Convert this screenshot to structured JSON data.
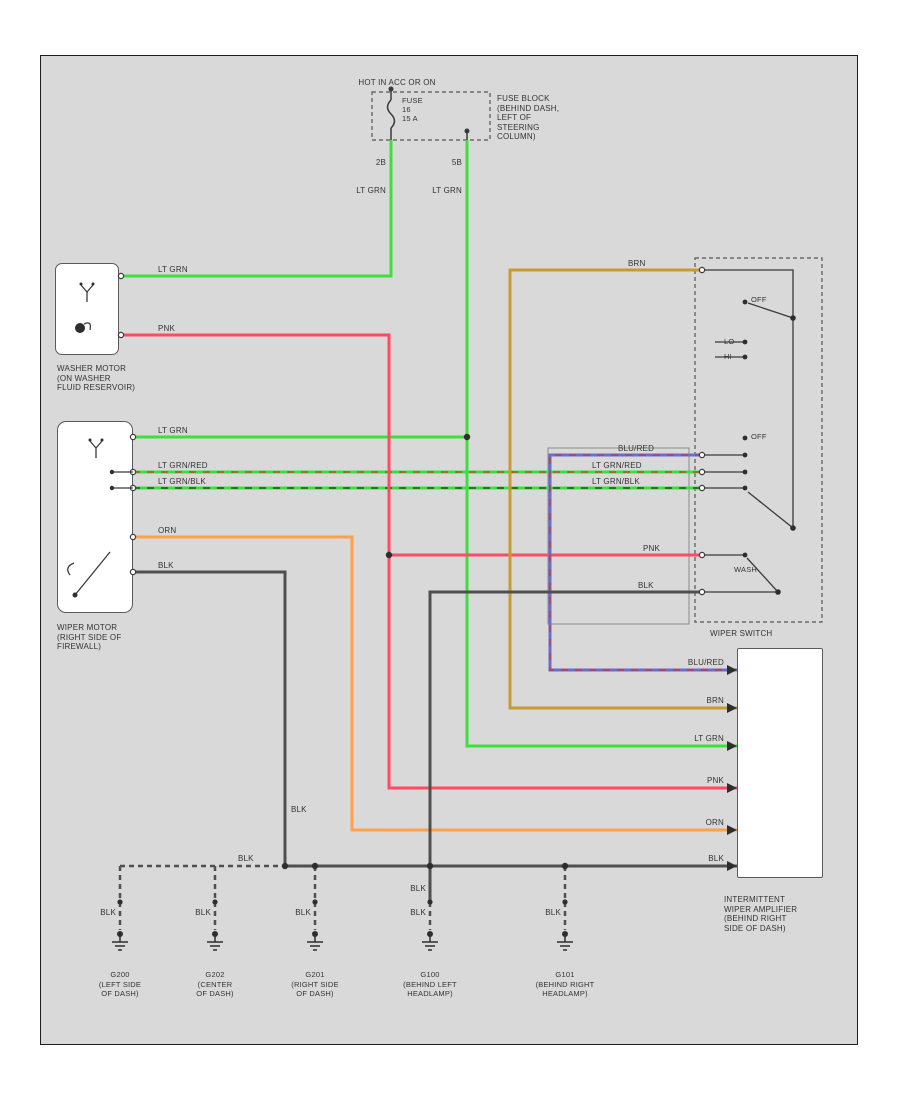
{
  "colors": {
    "panel_bg": "#d9d9d9",
    "lt_grn": "#3ede3e",
    "pnk": "#ff4a64",
    "orn": "#ffa14a",
    "brn": "#c89a33",
    "blu": "#6c6ccd",
    "blk_wire": "#4f4f4f",
    "stripe_red": "#cc3333",
    "stripe_blk": "#2a2a2a",
    "ink": "#2e2e2e"
  },
  "power": {
    "hot_label": "HOT IN ACC OR ON",
    "fuse_line1": "FUSE",
    "fuse_line2": "16",
    "fuse_line3": "15 A",
    "block_line1": "FUSE BLOCK",
    "block_line2": "(BEHIND DASH,",
    "block_line3": "LEFT OF",
    "block_line4": "STEERING",
    "block_line5": "COLUMN)",
    "pin_left": "2B",
    "pin_right": "5B",
    "wire_left": "LT GRN",
    "wire_right": "LT GRN"
  },
  "washer_motor": {
    "l1": "WASHER MOTOR",
    "l2": "(ON WASHER",
    "l3": "FLUID RESERVOIR)",
    "feed": "LT GRN",
    "out": "PNK"
  },
  "wiper_motor": {
    "l1": "WIPER MOTOR",
    "l2": "(RIGHT SIDE OF",
    "l3": "FIREWALL)",
    "feed": "LT GRN",
    "lo": "LT GRN/RED",
    "hi": "LT GRN/BLK",
    "orn": "ORN",
    "gnd": "BLK"
  },
  "switch": {
    "label": "WIPER SWITCH",
    "brn": "BRN",
    "blu": "BLU/RED",
    "lo": "LT GRN/RED",
    "hi": "LT GRN/BLK",
    "pnk": "PNK",
    "gnd": "BLK",
    "pos_off_top": "OFF",
    "pos_lo": "LO",
    "pos_hi": "HI",
    "pos_off_mid": "OFF",
    "pos_wash": "WASH"
  },
  "amplifier": {
    "l1": "INTERMITTENT",
    "l2": "WIPER AMPLIFIER",
    "l3": "(BEHIND RIGHT",
    "l4": "SIDE OF DASH)",
    "in_blu": "BLU/RED",
    "in_brn": "BRN",
    "in_grn": "LT GRN",
    "in_pnk": "PNK",
    "in_orn": "ORN",
    "in_blk": "BLK"
  },
  "grounds": {
    "bus_label": "BLK",
    "riser_label": "BLK",
    "g200": {
      "name": "G200",
      "l2": "(LEFT SIDE",
      "l3": "OF DASH)",
      "wire": "BLK"
    },
    "g202": {
      "name": "G202",
      "l2": "(CENTER",
      "l3": "OF DASH)",
      "wire": "BLK"
    },
    "g201": {
      "name": "G201",
      "l2": "(RIGHT SIDE",
      "l3": "OF DASH)",
      "wire": "BLK"
    },
    "g100": {
      "name": "G100",
      "l2": "(BEHIND LEFT",
      "l3": "HEADLAMP)",
      "wire": "BLK",
      "wire2": "BLK"
    },
    "g101": {
      "name": "G101",
      "l2": "(BEHIND RIGHT",
      "l3": "HEADLAMP)",
      "wire": "BLK"
    }
  }
}
